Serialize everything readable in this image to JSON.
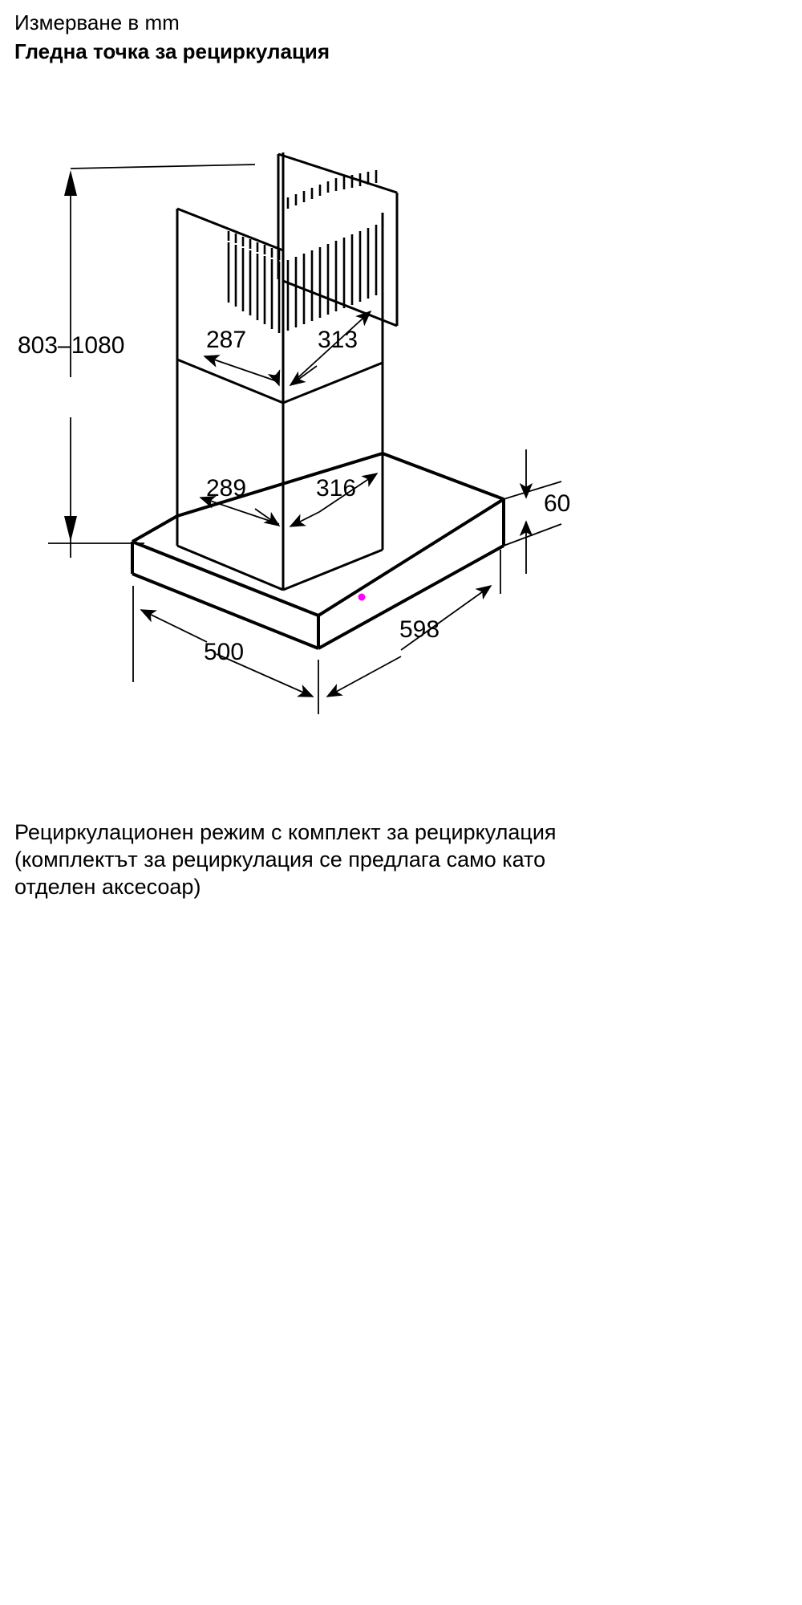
{
  "header": {
    "unit_line": "Измерване в mm",
    "title": "Гледна точка за рециркулация"
  },
  "drawing": {
    "name": "cooker-hood-isometric-dimension-drawing",
    "dimensions": {
      "height_range": "803–1080",
      "chimney_upper_depth": "287",
      "chimney_upper_width": "313",
      "chimney_lower_depth": "289",
      "chimney_lower_width": "316",
      "canopy_thickness": "60",
      "canopy_depth": "500",
      "canopy_width": "598"
    },
    "marker_color": "#ff00ff",
    "line_color": "#000000"
  },
  "note": {
    "text": "Рециркулационен режим с комплект за рециркулация (комплектът за рециркулация се предлага само като отделен аксесоар)"
  }
}
